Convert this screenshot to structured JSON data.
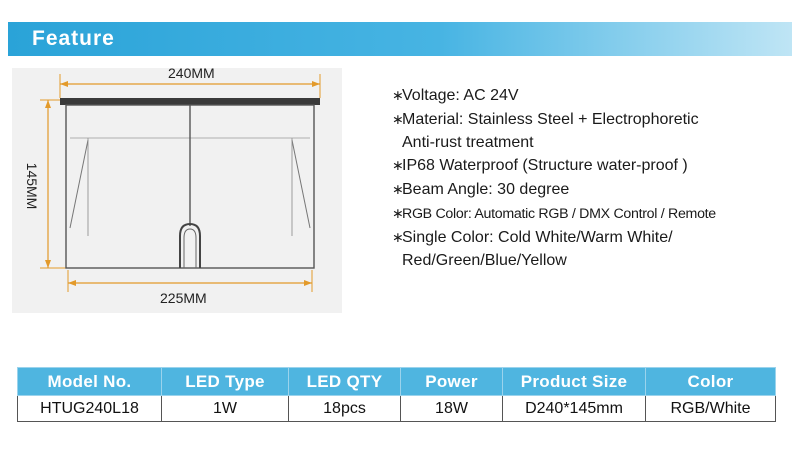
{
  "header": {
    "title": "Feature"
  },
  "drawing": {
    "top_dimension": "240MM",
    "bottom_dimension": "225MM",
    "side_dimension": "145MM",
    "dimension_line_color": "#e39a2a"
  },
  "features": [
    {
      "text": "Voltage:  AC 24V"
    },
    {
      "text": "Material: Stainless Steel + Electrophoretic"
    },
    {
      "text": "Anti-rust treatment"
    },
    {
      "text": "IP68 Waterproof (Structure water-proof )"
    },
    {
      "text": "Beam Angle: 30 degree"
    },
    {
      "text": "RGB  Color: Automatic RGB / DMX Control / Remote"
    },
    {
      "text": "Single Color: Cold White/Warm White/"
    },
    {
      "text": "Red/Green/Blue/Yellow"
    }
  ],
  "bullet_glyph": "∗",
  "spec_table": {
    "headers": [
      "Model No.",
      "LED Type",
      "LED QTY",
      "Power",
      "Product Size",
      "Color"
    ],
    "row": [
      "HTUG240L18",
      "1W",
      "18pcs",
      "18W",
      "D240*145mm",
      "RGB/White"
    ]
  },
  "colors": {
    "accent": "#2aa3d8",
    "table_header": "#4fb5e0"
  }
}
